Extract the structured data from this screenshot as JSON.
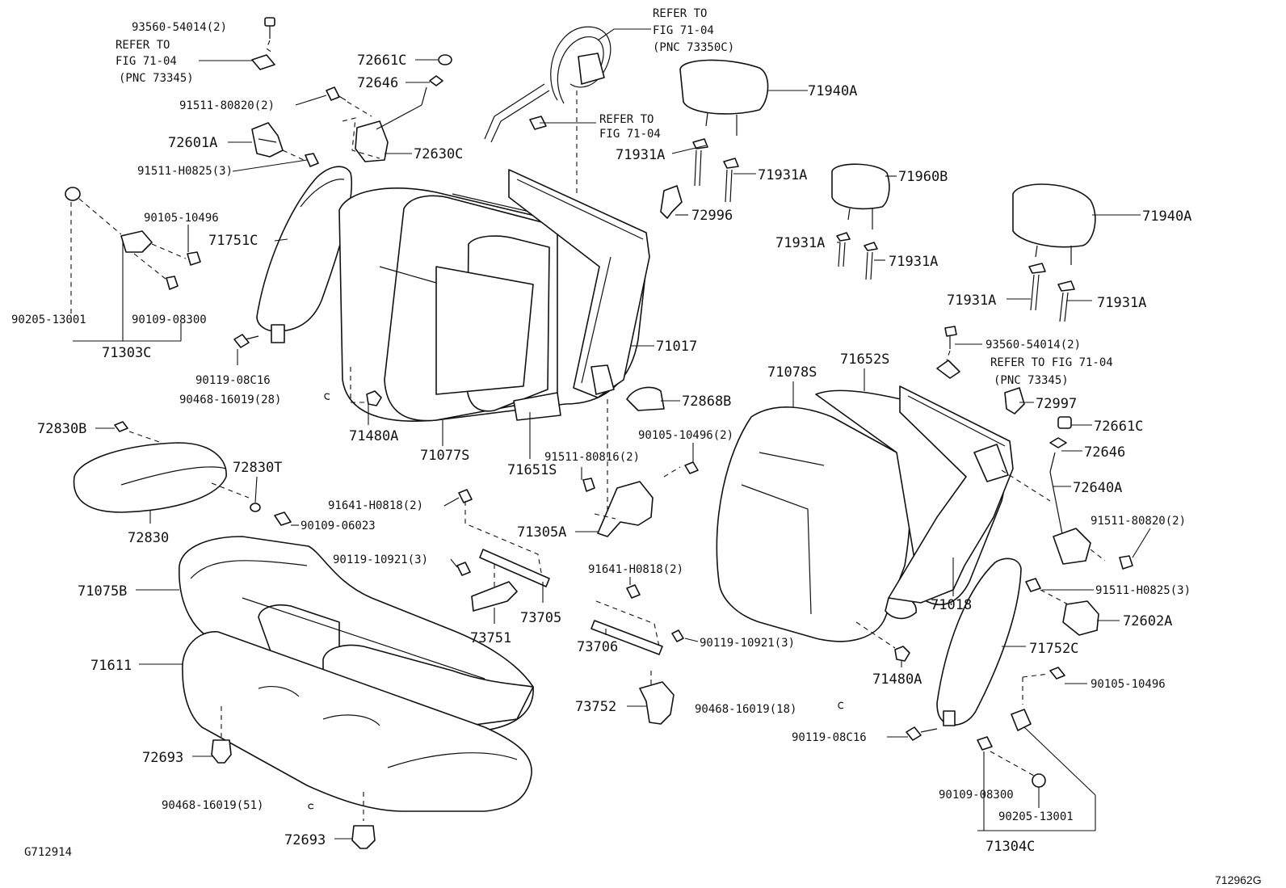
{
  "labels": {
    "p93560_54014_top": "93560-54014(2)",
    "refer_to_1": "REFER TO",
    "fig_71_04_1": "FIG 71-04",
    "pnc_73345_1": "(PNC 73345)",
    "p91511_80820_left": "91511-80820(2)",
    "p72601A": "72601A",
    "p91511_H0825_left": "91511-H0825(3)",
    "p90105_10496_left": "90105-10496",
    "p71751C": "71751C",
    "p90205_13001_left": "90205-13001",
    "p90109_08300_left": "90109-08300",
    "p71303C": "71303C",
    "p90119_08C16_left": "90119-08C16",
    "p90468_16019_28": "90468-16019(28)",
    "p72661C_left": "72661C",
    "p72646_left": "72646",
    "p72630C": "72630C",
    "refer_to_top": "REFER TO",
    "fig_71_04_top": "FIG 71-04",
    "pnc_73350C": "(PNC 73350C)",
    "refer_to_mid": "REFER TO",
    "fig_71_04_mid": "FIG 71-04",
    "p71940A_left": "71940A",
    "p71931A_1": "71931A",
    "p71931A_2": "71931A",
    "p72996": "72996",
    "p71960B": "71960B",
    "p71931A_3": "71931A",
    "p71931A_4": "71931A",
    "p71940A_right": "71940A",
    "p71931A_5": "71931A",
    "p71931A_6": "71931A",
    "p71017": "71017",
    "p93560_54014_right": "93560-54014(2)",
    "refer_to_fig_right": "REFER TO FIG 71-04",
    "pnc_73345_right": "(PNC 73345)",
    "p71078S": "71078S",
    "p71652S": "71652S",
    "p72868B": "72868B",
    "p72997": "72997",
    "p72661C_right": "72661C",
    "p72646_right": "72646",
    "p72640A": "72640A",
    "p91511_80820_right": "91511-80820(2)",
    "p91511_H0825_right": "91511-H0825(3)",
    "p72602A": "72602A",
    "p71752C": "71752C",
    "p90105_10496_right": "90105-10496",
    "p71018": "71018",
    "p71480A_right": "71480A",
    "p90119_08C16_right": "90119-08C16",
    "p90109_08300_right": "90109-08300",
    "p90205_13001_right": "90205-13001",
    "p71304C": "71304C",
    "p72830B": "72830B",
    "p71480A_left": "71480A",
    "p71077S": "71077S",
    "p71651S": "71651S",
    "p90105_10496_2": "90105-10496(2)",
    "p91511_80816": "91511-80816(2)",
    "p72830T": "72830T",
    "p91641_H0818_1": "91641-H0818(2)",
    "p72830": "72830",
    "p90109_06023": "90109-06023",
    "p71305A": "71305A",
    "p90119_10921_left": "90119-10921(3)",
    "p71075B": "71075B",
    "p91641_H0818_2": "91641-H0818(2)",
    "p73705": "73705",
    "p73751": "73751",
    "p73706": "73706",
    "p90119_10921_right": "90119-10921(3)",
    "p71611": "71611",
    "p73752": "73752",
    "p90468_16019_18": "90468-16019(18)",
    "p72693_1": "72693",
    "p90468_16019_51": "90468-16019(51)",
    "p72693_2": "72693",
    "g712914": "G712914",
    "id_712962G": "712962G"
  }
}
